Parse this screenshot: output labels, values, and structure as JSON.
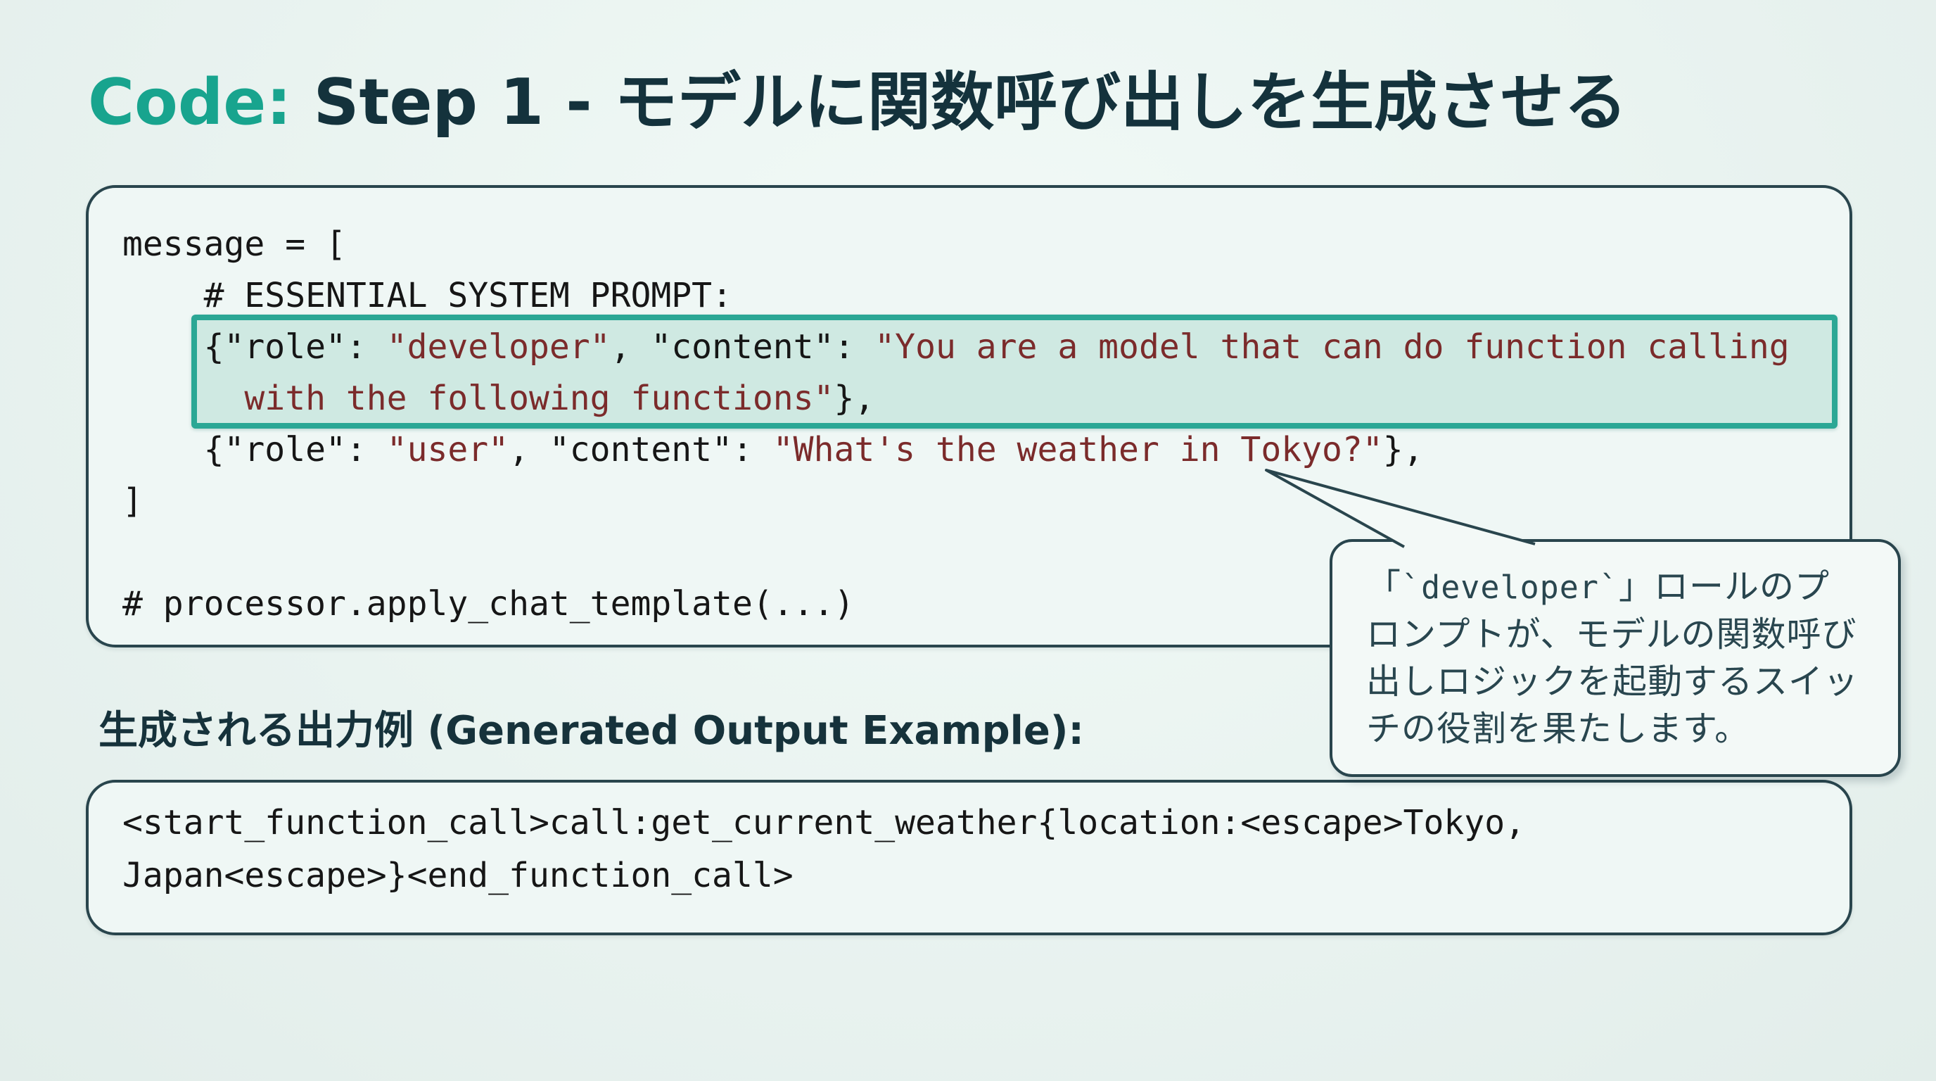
{
  "slide": {
    "title": {
      "code_label": "Code:",
      "step_text": " Step 1 - モデルに関数呼び出しを生成させる"
    },
    "code_block": {
      "lines": [
        {
          "segments": [
            {
              "type": "plain",
              "text": "message = ["
            }
          ]
        },
        {
          "segments": [
            {
              "type": "plain",
              "text": "    # ESSENTIAL SYSTEM PROMPT:"
            }
          ]
        },
        {
          "segments": [
            {
              "type": "plain",
              "text": "    {\"role\": "
            },
            {
              "type": "string",
              "text": "\"developer\""
            },
            {
              "type": "plain",
              "text": ", \"content\": "
            },
            {
              "type": "string",
              "text": "\"You are a model that can do function calling"
            }
          ]
        },
        {
          "segments": [
            {
              "type": "plain",
              "text": "      "
            },
            {
              "type": "string",
              "text": "with the following functions\""
            },
            {
              "type": "plain",
              "text": "},"
            }
          ]
        },
        {
          "segments": [
            {
              "type": "plain",
              "text": "    {\"role\": "
            },
            {
              "type": "string",
              "text": "\"user\""
            },
            {
              "type": "plain",
              "text": ", \"content\": "
            },
            {
              "type": "string",
              "text": "\"What's the weather in Tokyo?\""
            },
            {
              "type": "plain",
              "text": "},"
            }
          ]
        },
        {
          "segments": [
            {
              "type": "plain",
              "text": "]"
            }
          ]
        },
        {
          "segments": [
            {
              "type": "plain",
              "text": ""
            }
          ]
        },
        {
          "segments": [
            {
              "type": "plain",
              "text": "# processor.apply_chat_template(...)"
            }
          ]
        }
      ]
    },
    "callout": {
      "bracket_open": "「",
      "code_token": "`developer`",
      "text_after": "」ロールのプロンプトが、モデルの関数呼び出しロジックを起動するスイッチの役割を果たします。"
    },
    "output_heading": "生成される出力例 (Generated Output Example):",
    "output_block": {
      "lines": [
        "<start_function_call>call:get_current_weather{location:<escape>Tokyo,",
        "Japan<escape>}<end_function_call>"
      ]
    },
    "colors": {
      "background": "#e9f3f0",
      "title_accent_teal": "#18a48e",
      "title_dark": "#14323c",
      "box_background": "#eff7f5",
      "box_border": "#29454d",
      "highlight_border": "#2ba795",
      "highlight_background": "#cfe9e2",
      "code_text": "#161616",
      "string_text": "#7b2b2b",
      "callout_background": "#f3f9f7",
      "callout_text": "#29464f"
    }
  }
}
